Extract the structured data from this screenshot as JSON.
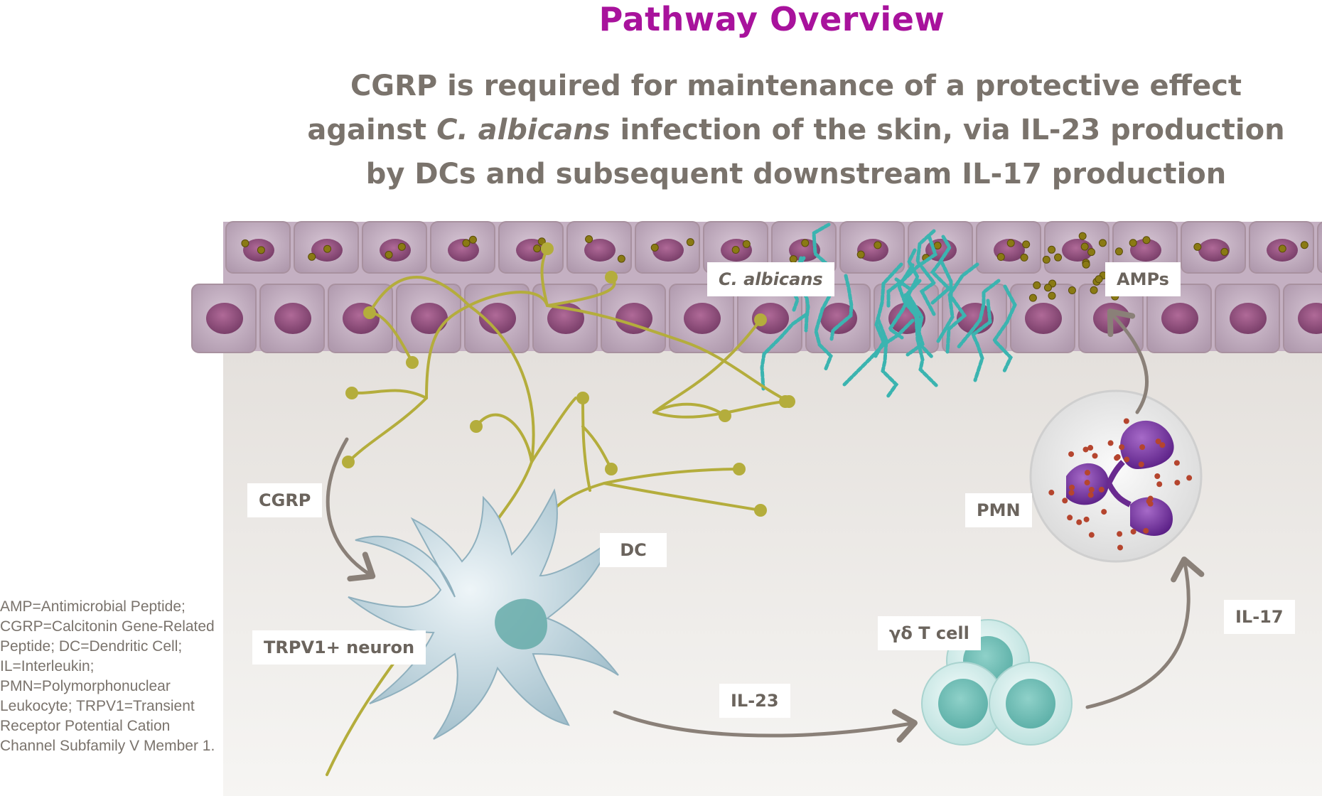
{
  "header": {
    "title": "Pathway Overview",
    "subtitle_line1": "CGRP is required for maintenance of a protective effect",
    "subtitle_line2_pre": "against ",
    "subtitle_line2_italic": "C. albicans",
    "subtitle_line2_post": " infection of the skin, via IL-23 production",
    "subtitle_line3": "by DCs and subsequent downstream IL-17 production"
  },
  "labels": {
    "c_albicans": "C. albicans",
    "amps": "AMPs",
    "cgrp": "CGRP",
    "dc": "DC",
    "pmn": "PMN",
    "trpv1_neuron": "TRPV1+ neuron",
    "gd_t_cell": "γδ T cell",
    "il23": "IL-23",
    "il17": "IL-17"
  },
  "legend": {
    "text": "AMP=Antimicrobial Peptide; CGRP=Calcitonin Gene-Related Peptide; DC=Dendritic Cell; IL=Interleukin; PMN=Polymorphonuclear Leukocyte; TRPV1=Transient Receptor Potential Cation Channel Subfamily V Member 1."
  },
  "colors": {
    "title": "#a8129c",
    "text": "#7a736c",
    "neuron": "#b4ad3c",
    "fungus": "#3bb4b0",
    "arrow": "#8a8078",
    "skin_cell": "#c9b6c6"
  }
}
